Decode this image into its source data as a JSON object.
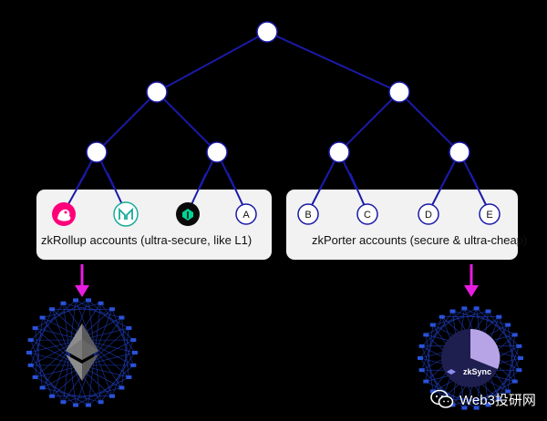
{
  "panels": {
    "left_label": "zkRollup accounts (ultra-secure, like L1)",
    "right_label": "zkPorter accounts (secure & ultra-cheap)"
  },
  "leaves": {
    "a": "A",
    "b": "B",
    "c": "C",
    "d": "D",
    "e": "E"
  },
  "badges": {
    "zksync": "zkSync"
  },
  "watermark": {
    "text": "Web3投研网"
  },
  "colors": {
    "background": "#000000",
    "edge": "#1a1aa8",
    "node_fill": "#ffffff",
    "panel": "#f2f2f2",
    "arrow": "#e81ce0",
    "network": "#1f3fbf",
    "uniswap": "#ff007a",
    "maker": "#1aab9b",
    "compound": "#00d395",
    "zksync_purple": "#b7a4e6"
  },
  "icons": [
    "uniswap-icon",
    "maker-icon",
    "compound-icon",
    "ethereum-icon",
    "zksync-icon",
    "wechat-icon"
  ]
}
